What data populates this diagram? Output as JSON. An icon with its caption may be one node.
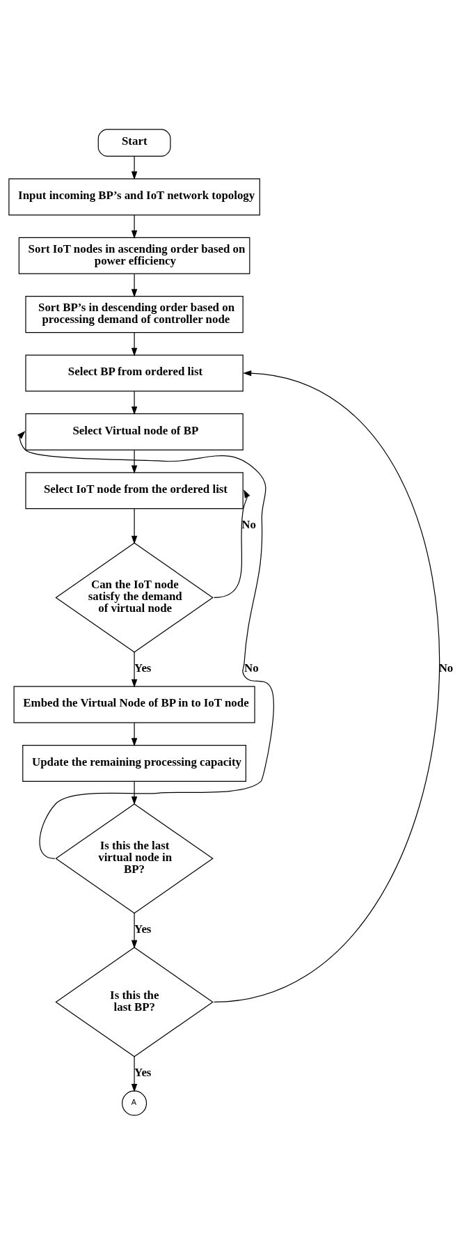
{
  "diagram": {
    "nodes": [
      {
        "text": [
          "Start"
        ]
      },
      {
        "text": [
          "Input incoming BP’s and IoT network topology"
        ]
      },
      {
        "text": [
          "Sort IoT nodes in ascending order based on power efficiency"
        ]
      },
      {
        "text": [
          "Sort BP’s in descending order based on processing demand of controller node"
        ]
      },
      {
        "text": [
          "Select BP from ordered list"
        ]
      },
      {
        "text": [
          "Select Virtual node of BP"
        ]
      },
      {
        "text": [
          "Select IoT node from the ordered list"
        ]
      },
      {
        "text": [
          "Can the IoT node satisfy the demand of virtual node"
        ]
      },
      {
        "text": [
          "Embed the Virtual Node of BP in to IoT node"
        ]
      },
      {
        "text": [
          "Update the remaining processing capacity"
        ]
      },
      {
        "text": [
          "Is this the last virtual node in BP?"
        ]
      },
      {
        "text": [
          "Is this the last BP?"
        ]
      },
      {
        "text": [
          "A"
        ]
      }
    ],
    "edges": [
      {
        "from": 0,
        "to": 1,
        "arrow": "to"
      },
      {
        "from": 1,
        "to": 2,
        "arrow": "to"
      },
      {
        "from": 2,
        "to": 3,
        "arrow": "to"
      },
      {
        "from": 3,
        "to": 4,
        "arrow": "to"
      },
      {
        "from": 4,
        "to": 5,
        "arrow": "to"
      },
      {
        "from": 5,
        "to": 6,
        "arrow": "to"
      },
      {
        "from": 6,
        "to": 7,
        "arrow": "to"
      },
      {
        "from": 7,
        "to": 6,
        "arrow": "to",
        "label": "No"
      },
      {
        "from": 7,
        "to": 8,
        "arrow": "to",
        "label": "Yes"
      },
      {
        "from": 8,
        "to": 9,
        "arrow": "to"
      },
      {
        "from": 9,
        "to": 10,
        "arrow": "to"
      },
      {
        "from": 10,
        "to": 5,
        "arrow": "to",
        "label": "No"
      },
      {
        "from": 10,
        "to": 11,
        "arrow": "to",
        "label": "Yes"
      },
      {
        "from": 11,
        "to": 4,
        "arrow": "to",
        "label": "No"
      },
      {
        "from": 11,
        "to": 12,
        "arrow": "to",
        "label": "Yes"
      }
    ]
  }
}
